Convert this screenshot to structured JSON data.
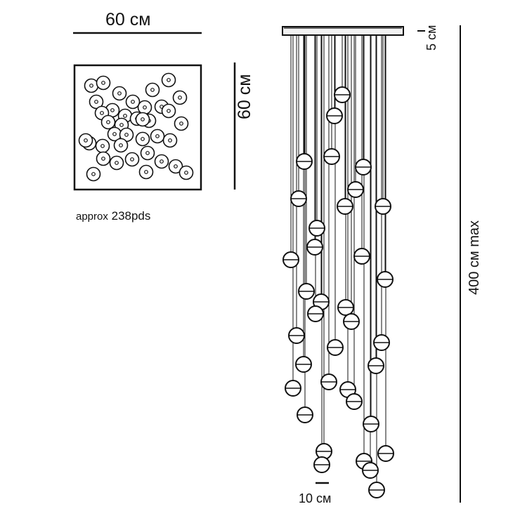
{
  "dimensions": {
    "top_width": "60 см",
    "top_height": "60 см",
    "weight_prefix": "approx",
    "weight_value": "238pds",
    "canopy_height": "5 см",
    "total_height": "400 см max",
    "ball_size": "10 см"
  },
  "colors": {
    "line": "#111111",
    "canopy_fill": "#f2f2f2",
    "background": "#ffffff"
  }
}
